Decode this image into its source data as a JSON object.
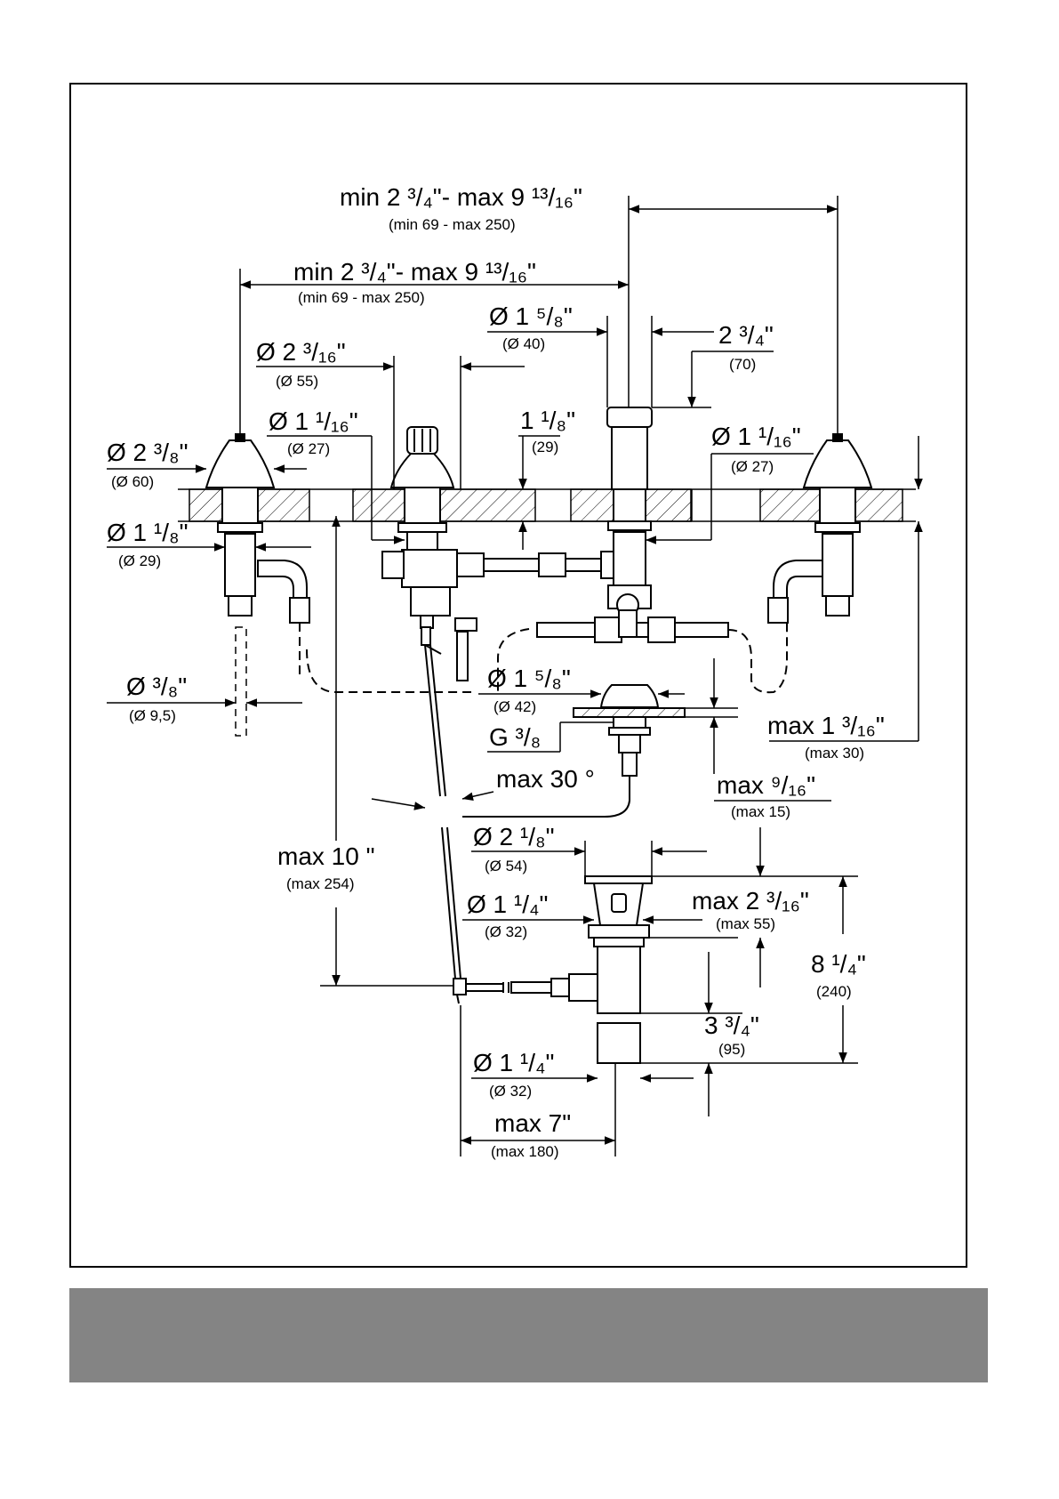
{
  "colors": {
    "ink": "#000000",
    "paper": "#ffffff",
    "footer_bar": "#848484"
  },
  "labels": {
    "top_span": {
      "main": "min 2 ³/₄\"- max 9 ¹³/₁₆\"",
      "sub": "(min 69 - max 250)"
    },
    "left_span": {
      "main": "min 2 ³/₄\"- max 9 ¹³/₁₆\"",
      "sub": "(min 69 - max 250)"
    },
    "dia_1_5_8_top": {
      "main": "Ø 1 ⁵/₈\"",
      "sub": "(Ø 40)"
    },
    "dim_2_3_4": {
      "main": "2 ³/₄\"",
      "sub": "(70)"
    },
    "dia_2_3_16": {
      "main": "Ø 2 ³/₁₆\"",
      "sub": "(Ø 55)"
    },
    "dia_1_1_16_left": {
      "main": "Ø 1 ¹/₁₆\"",
      "sub": "(Ø 27)"
    },
    "dim_1_1_8": {
      "main": "1 ¹/₈\"",
      "sub": "(29)"
    },
    "dia_1_1_16_right": {
      "main": "Ø 1 ¹/₁₆\"",
      "sub": "(Ø 27)"
    },
    "dia_2_3_8": {
      "main": "Ø 2 ³/₈\"",
      "sub": "(Ø 60)"
    },
    "dia_1_1_8": {
      "main": "Ø 1 ¹/₈\"",
      "sub": "(Ø 29)"
    },
    "dia_3_8": {
      "main": "Ø ³/₈\"",
      "sub": "(Ø 9,5)"
    },
    "dia_1_5_8_mid": {
      "main": "Ø 1 ⁵/₈\"",
      "sub": "(Ø 42)"
    },
    "thread_g": {
      "main": "G ³/₈",
      "sub": ""
    },
    "max_1_3_16": {
      "main": "max 1 ³/₁₆\"",
      "sub": "(max 30)"
    },
    "max_30_deg": {
      "main": "max 30 °",
      "sub": ""
    },
    "max_9_16": {
      "main": "max ⁹/₁₆\"",
      "sub": "(max 15)"
    },
    "max_10": {
      "main": "max 10 \"",
      "sub": "(max 254)"
    },
    "dia_2_1_8": {
      "main": "Ø 2 ¹/₈\"",
      "sub": "(Ø 54)"
    },
    "max_2_3_16": {
      "main": "max 2 ³/₁₆\"",
      "sub": "(max 55)"
    },
    "dia_1_1_4_a": {
      "main": "Ø 1 ¹/₄\"",
      "sub": "(Ø 32)"
    },
    "dim_8_1_4": {
      "main": "8 ¹/₄\"",
      "sub": "(240)"
    },
    "dim_3_3_4": {
      "main": "3 ³/₄\"",
      "sub": "(95)"
    },
    "dia_1_1_4_b": {
      "main": "Ø 1 ¹/₄\"",
      "sub": "(Ø 32)"
    },
    "max_7": {
      "main": "max 7\"",
      "sub": "(max 180)"
    }
  }
}
